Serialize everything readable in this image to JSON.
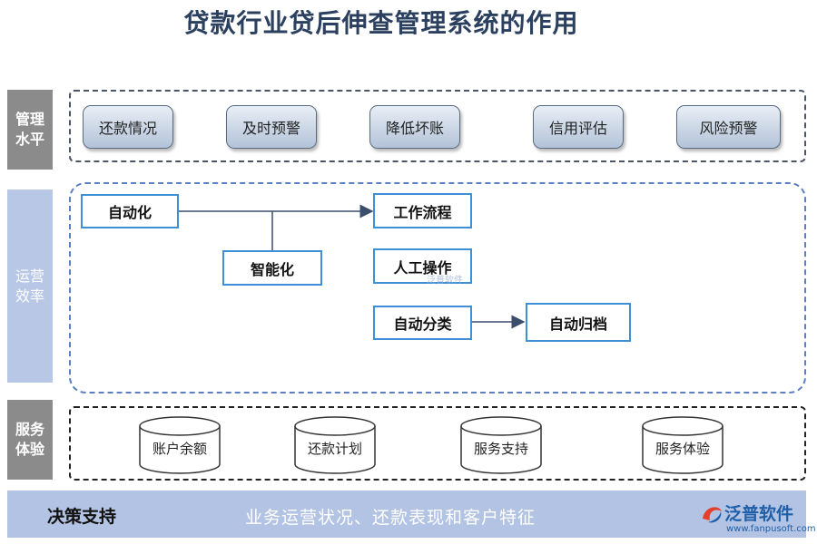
{
  "title": "贷款行业贷后伸查管理系统的作用",
  "sections": [
    {
      "label": "管理\n水平"
    },
    {
      "label": "运营\n效率"
    },
    {
      "label": "服务\n体验"
    }
  ],
  "management_items": [
    "还款情况",
    "及时预警",
    "降低坏账",
    "信用评估",
    "风险预警"
  ],
  "efficiency_nodes": {
    "automation": "自动化",
    "intelligence": "智能化",
    "workflow": "工作流程",
    "manual": "人工操作",
    "auto_classify": "自动分类",
    "auto_archive": "自动归档"
  },
  "service_items": [
    "账户余额",
    "还款计划",
    "服务支持",
    "服务体验"
  ],
  "decision": {
    "label": "决策支持",
    "text": "业务运营状况、还款表现和客户特征"
  },
  "logo": {
    "name": "泛普软件",
    "url": "www.fanpusoft.com"
  },
  "watermark": "泛普软件",
  "colors": {
    "node_border": "#3d8fd6",
    "arrow": "#3a4e6b",
    "side_gray": "#8b8b8b",
    "side_blue": "#b7c7e5",
    "bottom_bar": "#b3c3e4"
  }
}
